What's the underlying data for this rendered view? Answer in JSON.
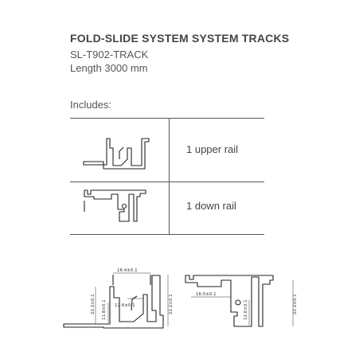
{
  "header": {
    "title": "FOLD-SLIDE SYSTEM SYSTEM TRACKS",
    "sku": "SL-T902-TRACK",
    "length": "Length 3000 mm"
  },
  "includes": {
    "label": "Includes:",
    "items": [
      {
        "label": "1 upper rail",
        "icon": "upper-rail-profile"
      },
      {
        "label": "1 down rail",
        "icon": "down-rail-profile"
      }
    ]
  },
  "dimensions": {
    "upper_rail": {
      "width": "16.4±0.1",
      "height_left": "22.2±0.1",
      "height_right": "22.2±0.1",
      "inner_width": "12.6±0.1",
      "inner_height": "11.8±0.1"
    },
    "down_rail": {
      "width": "16.5±0.1",
      "height_right": "22.2±0.1",
      "inner_height": "12.6±0.1"
    }
  }
}
